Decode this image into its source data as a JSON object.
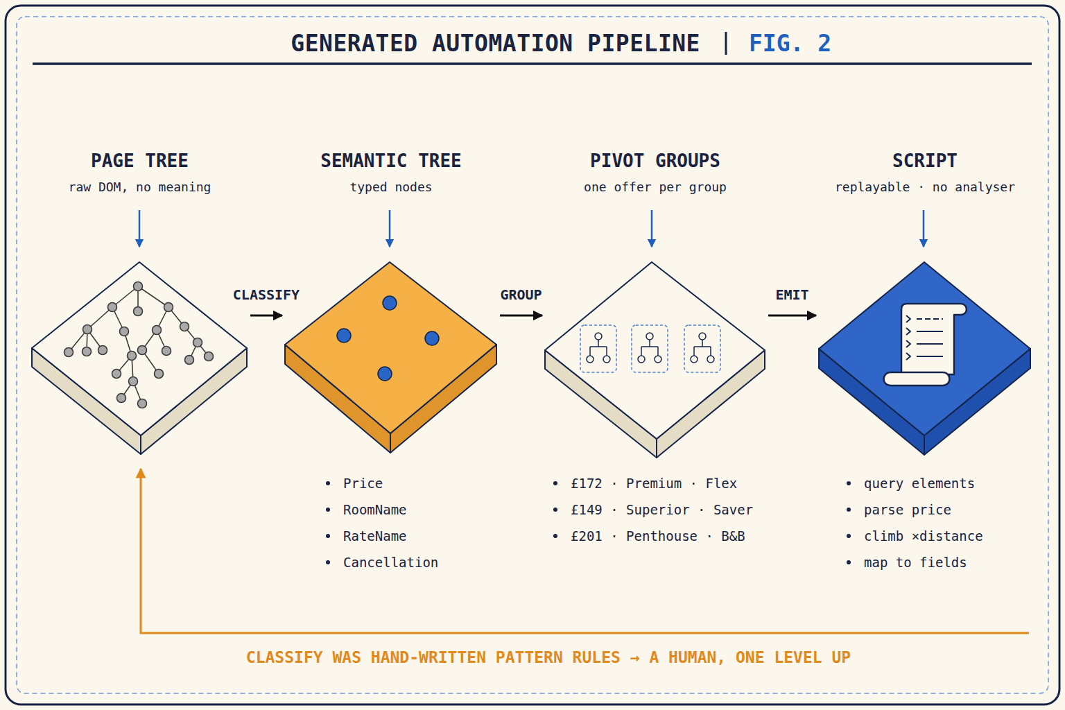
{
  "diagram": {
    "title": "GENERATED AUTOMATION PIPELINE",
    "nodes": [
      {
        "text": [
          "PAGE TREE",
          "raw DOM, no meaning"
        ]
      },
      {
        "text": [
          "SEMANTIC TREE",
          "typed nodes",
          "Price",
          "RoomName",
          "RateName",
          "Cancellation"
        ]
      },
      {
        "text": [
          "PIVOT GROUPS",
          "one offer per group",
          "£172 · Premium · Flex",
          "£149 · Superior · Saver",
          "£201 · Penthouse · B&B"
        ]
      },
      {
        "text": [
          "SCRIPT",
          "replayable · no analyser",
          "query elements",
          "parse price",
          "climb ×distance",
          "map to fields"
        ]
      }
    ],
    "edges": [
      {
        "from": 0,
        "to": 1,
        "label": "CLASSIFY",
        "arrow": "to"
      },
      {
        "from": 1,
        "to": 2,
        "label": "GROUP",
        "arrow": "to"
      },
      {
        "from": 2,
        "to": 3,
        "label": "EMIT",
        "arrow": "to"
      }
    ],
    "labels": [
      "FIG. 2",
      "CLASSIFY WAS HAND-WRITTEN PATTERN RULES → A HUMAN, ONE LEVEL UP"
    ]
  }
}
